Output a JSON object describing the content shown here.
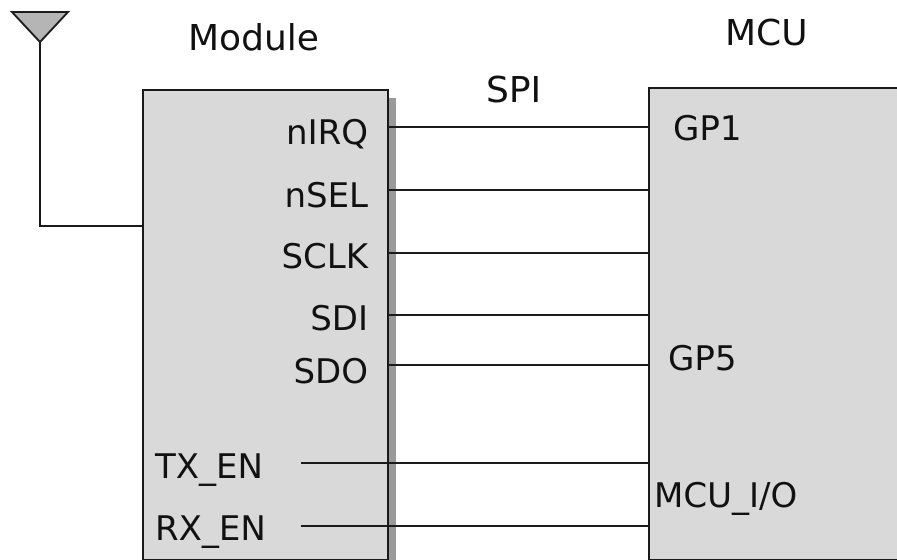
{
  "module": {
    "title": "Module",
    "pins": [
      "nIRQ",
      "nSEL",
      "SCLK",
      "SDI",
      "SDO",
      "TX_EN",
      "RX_EN"
    ]
  },
  "bus": {
    "label": "SPI"
  },
  "mcu": {
    "title": "MCU",
    "pins": [
      "GP1",
      "GP5",
      "MCU_I/O"
    ]
  },
  "colors": {
    "box_fill": "#d9d9d9",
    "shadow": "#9a9a9a",
    "line": "#1a1a1a"
  },
  "icons": {
    "antenna": "antenna-icon"
  }
}
